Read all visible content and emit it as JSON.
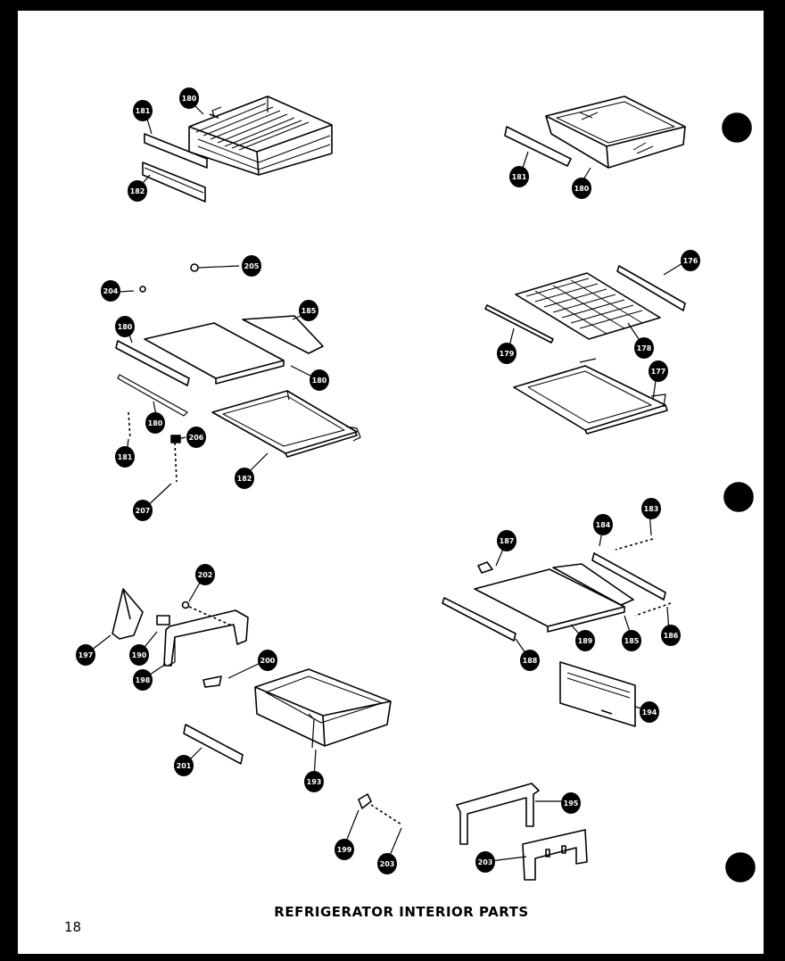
{
  "title": "REFRIGERATOR INTERIOR PARTS",
  "page_number": "18",
  "callouts": [
    {
      "id": "c-basket-180",
      "label": "180"
    },
    {
      "id": "c-basket-181",
      "label": "181"
    },
    {
      "id": "c-basket-182",
      "label": "182"
    },
    {
      "id": "c-crisper-181",
      "label": "181"
    },
    {
      "id": "c-crisper-180",
      "label": "180"
    },
    {
      "id": "c-shelf-205",
      "label": "205"
    },
    {
      "id": "c-shelf-204",
      "label": "204"
    },
    {
      "id": "c-shelf-180a",
      "label": "180"
    },
    {
      "id": "c-shelf-185",
      "label": "185"
    },
    {
      "id": "c-shelf-180b",
      "label": "180"
    },
    {
      "id": "c-shelf-180c",
      "label": "180"
    },
    {
      "id": "c-shelf-181",
      "label": "181"
    },
    {
      "id": "c-shelf-206",
      "label": "206"
    },
    {
      "id": "c-shelf-182",
      "label": "182"
    },
    {
      "id": "c-shelf-207",
      "label": "207"
    },
    {
      "id": "c-wire-176",
      "label": "176"
    },
    {
      "id": "c-wire-179",
      "label": "179"
    },
    {
      "id": "c-wire-178",
      "label": "178"
    },
    {
      "id": "c-wire-177",
      "label": "177"
    },
    {
      "id": "c-glass-187",
      "label": "187"
    },
    {
      "id": "c-glass-184",
      "label": "184"
    },
    {
      "id": "c-glass-183",
      "label": "183"
    },
    {
      "id": "c-glass-186",
      "label": "186"
    },
    {
      "id": "c-glass-189",
      "label": "189"
    },
    {
      "id": "c-glass-185",
      "label": "185"
    },
    {
      "id": "c-glass-188",
      "label": "188"
    },
    {
      "id": "c-panel-194",
      "label": "194"
    },
    {
      "id": "c-pan-202",
      "label": "202"
    },
    {
      "id": "c-pan-197",
      "label": "197"
    },
    {
      "id": "c-pan-190",
      "label": "190"
    },
    {
      "id": "c-pan-198",
      "label": "198"
    },
    {
      "id": "c-pan-200",
      "label": "200"
    },
    {
      "id": "c-pan-201",
      "label": "201"
    },
    {
      "id": "c-pan-193",
      "label": "193"
    },
    {
      "id": "c-bottom-195",
      "label": "195"
    },
    {
      "id": "c-bottom-199",
      "label": "199"
    },
    {
      "id": "c-bottom-203",
      "label": "203"
    },
    {
      "id": "c-bottom-203b",
      "label": "203"
    }
  ]
}
